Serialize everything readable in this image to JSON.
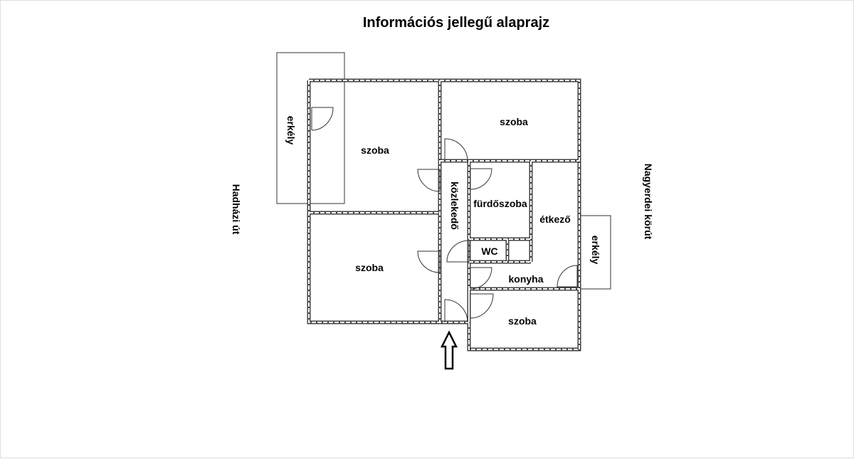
{
  "title": "Információs jellegű alaprajz",
  "streets": {
    "left": "Hadházi út",
    "right": "Nagyerdei körút"
  },
  "rooms": {
    "erkely_left": "erkély",
    "szoba_top_left": "szoba",
    "szoba_top_right": "szoba",
    "szoba_bottom_left": "szoba",
    "kozlekedo": "közlekedő",
    "furdoszoba": "fürdőszoba",
    "etkezo": "étkező",
    "wc": "WC",
    "konyha": "konyha",
    "erkely_right": "erkély",
    "szoba_bottom_right": "szoba"
  },
  "icons": {
    "entrance": "entrance-arrow-icon"
  }
}
